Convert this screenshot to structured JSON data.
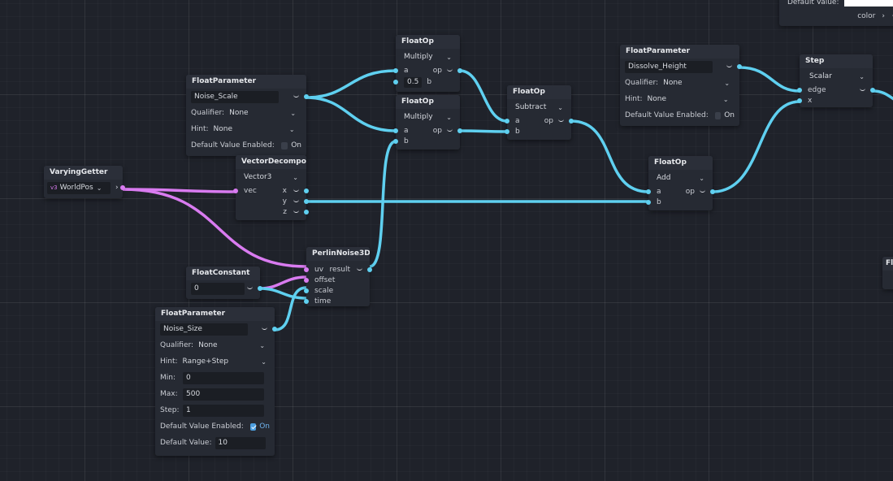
{
  "nodes": {
    "floatop1": {
      "title": "FloatOp",
      "op": "Multiply",
      "a": "a",
      "b_value": "0.5",
      "b": "b",
      "out": "op"
    },
    "floatop2": {
      "title": "FloatOp",
      "op": "Multiply",
      "a": "a",
      "b": "b",
      "out": "op"
    },
    "floatop_sub": {
      "title": "FloatOp",
      "op": "Subtract",
      "a": "a",
      "b": "b",
      "out": "op"
    },
    "floatop_add": {
      "title": "FloatOp",
      "op": "Add",
      "a": "a",
      "b": "b",
      "out": "op"
    },
    "param_noise_scale": {
      "title": "FloatParameter",
      "name": "Noise_Scale",
      "qualifier_label": "Qualifier:",
      "qualifier": "None",
      "hint_label": "Hint:",
      "hint": "None",
      "default_enabled_label": "Default Value Enabled:",
      "default_enabled_text": "On"
    },
    "param_dissolve": {
      "title": "FloatParameter",
      "name": "Dissolve_Height",
      "qualifier_label": "Qualifier:",
      "qualifier": "None",
      "hint_label": "Hint:",
      "hint": "None",
      "default_enabled_label": "Default Value Enabled:",
      "default_enabled_text": "On"
    },
    "step": {
      "title": "Step",
      "mode": "Scalar",
      "edge": "edge",
      "x": "x"
    },
    "varying": {
      "title": "VaryingGetter",
      "type_badge": "v3",
      "value": "WorldPos",
      "arrow": "›"
    },
    "vecdecomp": {
      "title": "VectorDecompose",
      "type": "Vector3",
      "vec": "vec",
      "x": "x",
      "y": "y",
      "z": "z"
    },
    "perlin": {
      "title": "PerlinNoise3D",
      "uv": "uv",
      "result": "result",
      "offset": "offset",
      "scale": "scale",
      "time": "time"
    },
    "floatconst": {
      "title": "FloatConstant",
      "value": "0"
    },
    "param_noise_size": {
      "title": "FloatParameter",
      "name": "Noise_Size",
      "qualifier_label": "Qualifier:",
      "qualifier": "None",
      "hint_label": "Hint:",
      "hint": "Range+Step",
      "min_label": "Min:",
      "min": "0",
      "max_label": "Max:",
      "max": "500",
      "step_label": "Step:",
      "step": "1",
      "default_enabled_label": "Default Value Enabled:",
      "default_enabled_text": "On",
      "default_value_label": "Default Value:",
      "default_value": "10"
    },
    "topright": {
      "default_value_label": "Default Value:",
      "color_label": "color",
      "arrow": "›"
    },
    "edge_node": {
      "title": "Fl"
    }
  },
  "colors": {
    "float_port": "#5fd0f0",
    "vector_port": "#d97bf0",
    "background": "#1f222a",
    "node": "#262a33"
  }
}
